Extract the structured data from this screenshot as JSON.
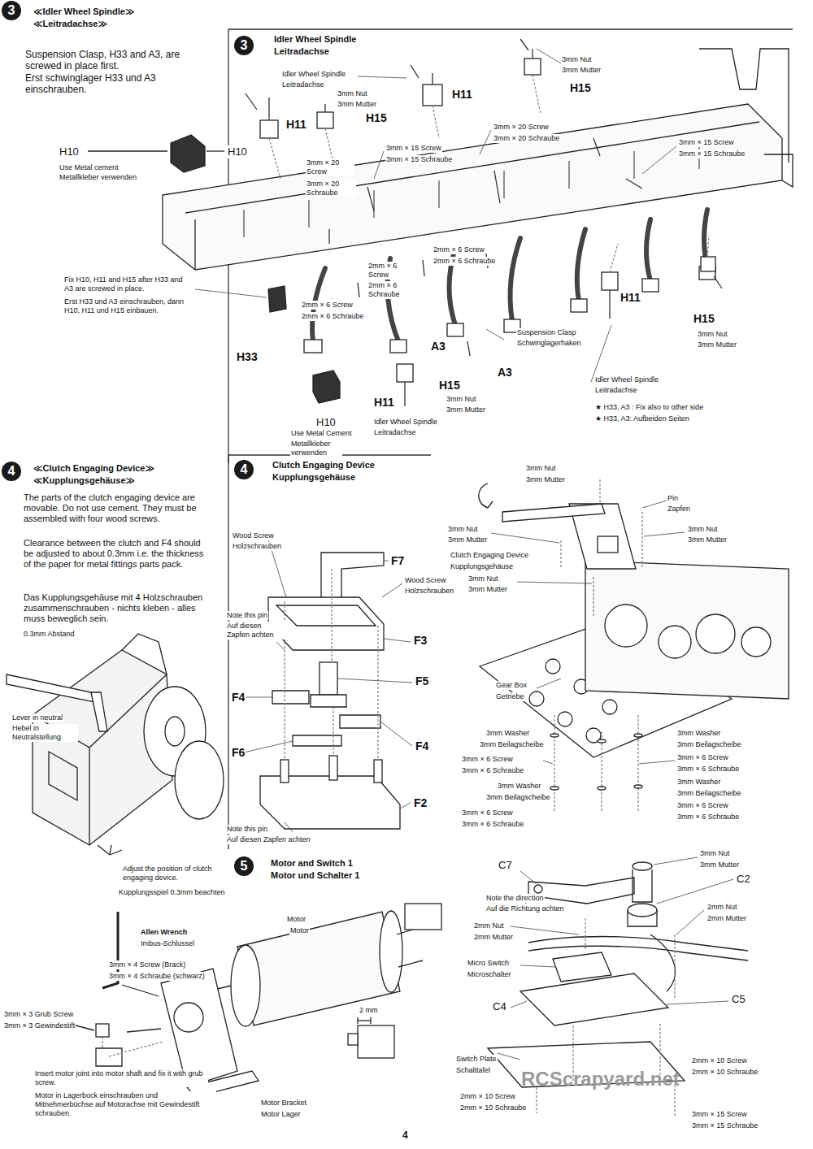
{
  "diagram": {
    "nodes": [
      {
        "text": [
          "3"
        ]
      },
      {
        "text": [
          "3"
        ]
      },
      {
        "text": [
          "4"
        ]
      },
      {
        "text": [
          "4"
        ]
      },
      {
        "text": [
          "5"
        ]
      }
    ],
    "labels": [
      "≪Idler Wheel Spindle≫",
      "≪Leitradachse≫",
      "Suspension Clasp, H33 and A3, are screwed in place first.",
      "Erst schwinglager H33 und A3 einschrauben.",
      "Idler Wheel Spindle",
      "Leitradachse",
      "Idler Wheel Spindle",
      "Leitradachse",
      "3mm Nut",
      "3mm Mutter",
      "H11",
      "H15",
      "H11",
      "H15",
      "3mm Nut",
      "3mm Mutter",
      "3mm × 20 Screw",
      "3mm × 20 Schraube",
      "3mm × 15 Screw",
      "3mm × 15 Schraube",
      "H10",
      "H10",
      "Use Metal cement",
      "Metallkleber verwenden",
      "3mm × 20 Screw",
      "3mm × 20 Schraube",
      "3mm × 15 Screw",
      "3mm × 15 Schraube",
      "2mm × 6 Screw",
      "2mm × 6 Schraube",
      "2mm × 6 Screw",
      "2mm × 6 Schraube",
      "2mm × 6 Screw",
      "2mm × 6 Schraube",
      "Fix H10, H11 and H15 after H33 and A3 are screwed in place.",
      "Erst H33 und A3 einschrauben, dann H10, H11 und H15 einbauen.",
      "H33",
      "A3",
      "A3",
      "H15",
      "3mm Nut",
      "3mm Mutter",
      "H11",
      "H10",
      "Use Metal Cement",
      "Metallkleber verwenden",
      "Idler Wheel Spindle",
      "Leitradachse",
      "Suspension Clasp",
      "Schwinglagerhaken",
      "H11",
      "H15",
      "3mm Nut",
      "3mm Mutter",
      "Idler Wheel Spindle",
      "Leitradachse",
      "★ H33, A3 : Fix also to other side",
      "★ H33, A3: Aufbeiden Seiten",
      "≪Clutch Engaging Device≫",
      "≪Kupplungsgehäuse≫",
      "The parts of the clutch engaging device are movable. Do not use cement. They must be assembled with four wood screws.",
      "Clearance between the clutch and F4 should be adjusted to about 0.3mm i.e. the thickness of the paper for metal fittings parts pack.",
      "Das Kupplungsgehäuse mit 4 Holzschrauben zusammenschrauben - nichts kleben - alles muss beweglich sein.",
      "0.3mm Abstand",
      "Lever in neutral",
      "Hebel in Neutralstellung",
      "Adjust the position of clutch engaging device.",
      "Kupplungsspiel 0.3mm beachten",
      "Clutch Engaging Device",
      "Kupplungsgehäuse",
      "Wood Screw",
      "Holzschrauben",
      "F7",
      "Wood Screw",
      "Holzschrauben",
      "Note this pin",
      "Auf diesen Zapfen achten",
      "F3",
      "F5",
      "F4",
      "F4",
      "F6",
      "F2",
      "Note this pin",
      "Auf diesen Zapfen achten",
      "3mm Nut",
      "3mm Mutter",
      "Pin",
      "Zapfen",
      "3mm Nut",
      "3mm Mutter",
      "3mm Nut",
      "3mm Mutter",
      "Clutch Engaging Device",
      "Kupplungsgehäuse",
      "3mm Nut",
      "3mm Mutter",
      "Gear Box",
      "Getriebe",
      "3mm Washer",
      "3mm Beilagscheibe",
      "3mm × 6 Screw",
      "3mm × 6 Schraube",
      "3mm Washer",
      "3mm Beilagscheibe",
      "3mm × 6 Screw",
      "3mm × 6 Schraube",
      "3mm Washer",
      "3mm Beilagscheibe",
      "3mm × 6 Screw",
      "3mm × 6 Schraube",
      "3mm Washer",
      "3mm Beilagscheibe",
      "3mm × 6 Screw",
      "3mm × 6 Schraube",
      "Motor and Switch 1",
      "Motor und Schalter 1",
      "Motor",
      "Motor",
      "Allen Wrench",
      "Imbus-Schlussel",
      "3mm × 4 Screw (Brack)",
      "3mm × 4 Schraube (schwarz)",
      "3mm × 3 Grub Screw",
      "3mm × 3 Gewindestift",
      "Insert motor joint into motor shaft and fix it with grub screw.",
      "Motor in Lagerbock einschrauben und Mitnehmerbüchse auf Motorachse mit Gewindestift schrauben.",
      "Motor Bracket",
      "Motor Lager",
      "2 mm",
      "C7",
      "Note the direction",
      "Auf die Richtung achten",
      "2mm Nut",
      "2mm Mutter",
      "3mm Nut",
      "3mm Mutter",
      "C2",
      "2mm Nut",
      "2mm Mutter",
      "Micro Switch",
      "Microschalter",
      "C4",
      "C5",
      "Switch Plate",
      "Schalttafel",
      "2mm × 10 Screw",
      "2mm × 10 Schraube",
      "2mm × 10 Screw",
      "2mm × 10 Schraube",
      "3mm × 15 Screw",
      "3mm × 15 Schraube",
      "4",
      "RCScrapyard.net"
    ]
  }
}
